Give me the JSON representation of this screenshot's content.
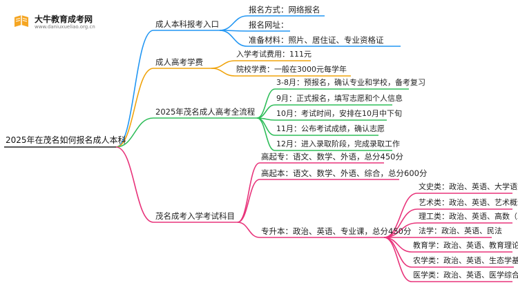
{
  "logo": {
    "name": "大牛教育成考网",
    "url": "www.daniuxueliao.org.cn"
  },
  "root": "2025年在茂名如何报名成人本科",
  "colors": {
    "blue": "#2196f3",
    "orange": "#f0a30a",
    "green": "#2ebd59",
    "pink": "#e8337a"
  },
  "branches": [
    {
      "label": "成人本科报考入口",
      "children": [
        "报名方式：网络报名",
        "报名网址：",
        "准备材料：照片、居住证、专业资格证"
      ]
    },
    {
      "label": "成人高考学费",
      "children": [
        "入学考试费用：111元",
        "院校学费：一般在3000元每学年"
      ]
    },
    {
      "label": "2025年茂名成人高考全流程",
      "children": [
        "3-8月：预报名，确认专业和学校，备考复习",
        "9月：正式报名，填写志愿和个人信息",
        "10月：考试时间，安排在10月中下旬",
        "11月：公布考试成绩，确认志愿",
        "12月：进入录取阶段，完成录取工作"
      ]
    },
    {
      "label": "茂名成考入学考试科目",
      "children": [
        "高起专：语文、数学、外语，总分450分",
        "高起本：语文、数学、外语、综合，总分600分",
        "专升本：政治、英语、专业课，总分450分"
      ],
      "sub": [
        "文史类：政治、英语、大学语文",
        "艺术类：政治、英语、艺术概论",
        "理工类：政治、英语、高数（二）",
        "法学：政治、英语、民法",
        "教育学：政治、英语、教育理论",
        "农学类：政治、英语、生态学基础",
        "医学类：政治、英语、医学综合"
      ]
    }
  ]
}
